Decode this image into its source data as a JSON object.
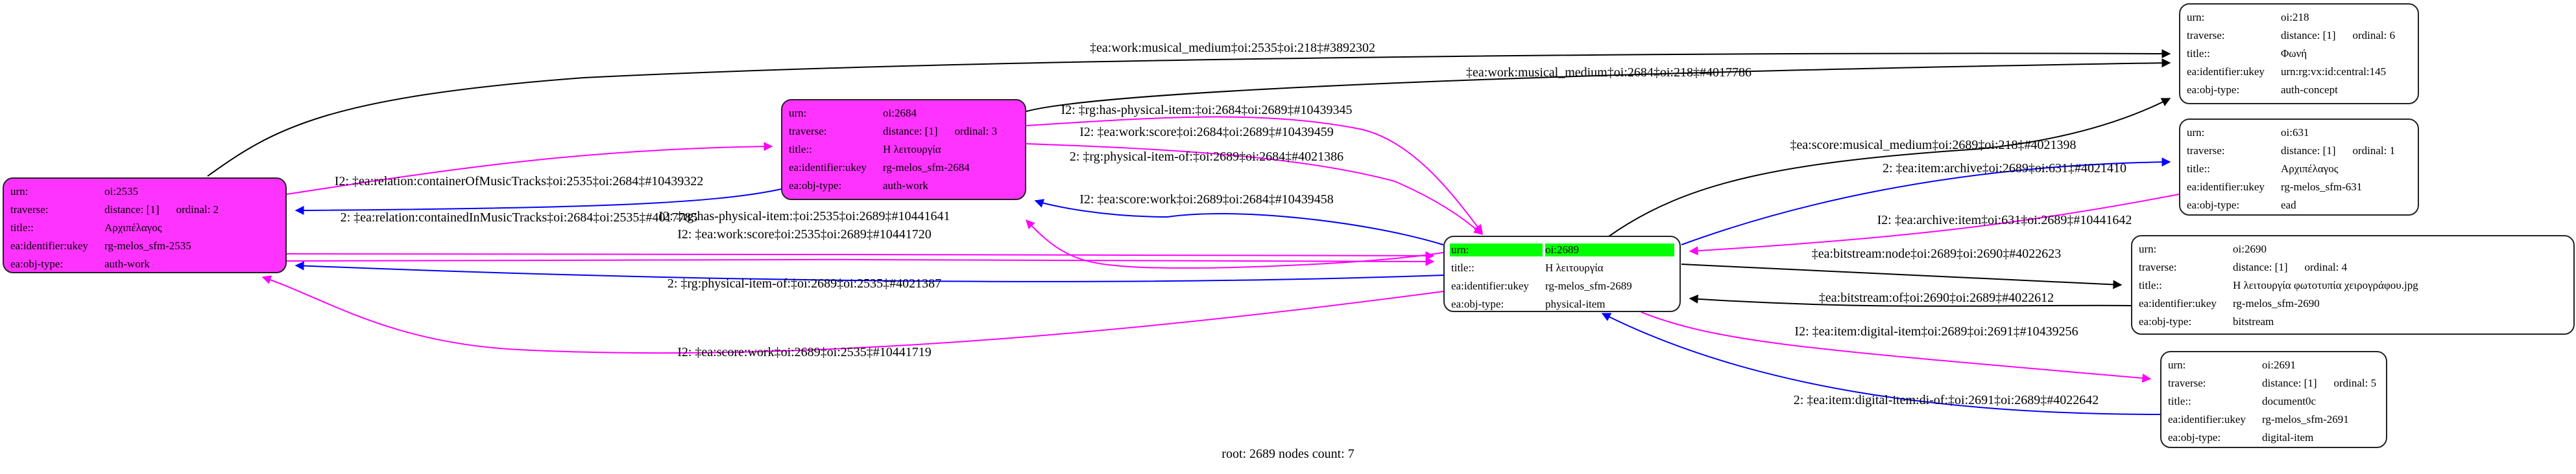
{
  "colors": {
    "work_fill": "#ff33ff",
    "root_highlight": "#00ff00",
    "edge_black": "#000000",
    "edge_blue": "#0000ff",
    "edge_magenta": "#ff00ff"
  },
  "labels": {
    "urn": "urn:",
    "traverse": "traverse:",
    "title": "title::",
    "ukey": "ea:identifier:ukey",
    "objtype": "ea:obj-type:"
  },
  "nodes": {
    "n2535": {
      "urn": "oi:2535",
      "distance": "distance: [1]",
      "ordinal": "ordinal: 2",
      "title": "Αρχιπέλαγος",
      "ukey": "rg-melos_sfm-2535",
      "objtype": "auth-work"
    },
    "n2684": {
      "urn": "oi:2684",
      "distance": "distance: [1]",
      "ordinal": "ordinal: 3",
      "title": "Η λειτουργία",
      "ukey": "rg-melos_sfm-2684",
      "objtype": "auth-work"
    },
    "n2689": {
      "urn": "oi:2689",
      "title": "Η λειτουργία",
      "ukey": "rg-melos_sfm-2689",
      "objtype": "physical-item"
    },
    "n218": {
      "urn": "oi:218",
      "distance": "distance: [1]",
      "ordinal": "ordinal: 6",
      "title": "Φωνή",
      "ukey": "urn:rg:vx:id:central:145",
      "objtype": "auth-concept"
    },
    "n631": {
      "urn": "oi:631",
      "distance": "distance: [1]",
      "ordinal": "ordinal: 1",
      "title": "Αρχιπέλαγος",
      "ukey": "rg-melos_sfm-631",
      "objtype": "ead"
    },
    "n2690": {
      "urn": "oi:2690",
      "distance": "distance: [1]",
      "ordinal": "ordinal: 4",
      "title": "Η λειτουργία φωτοτυπία χειρογράφου.jpg",
      "ukey": "rg-melos_sfm-2690",
      "objtype": "bitstream"
    },
    "n2691": {
      "urn": "oi:2691",
      "distance": "distance: [1]",
      "ordinal": "ordinal: 5",
      "title": "document0c",
      "ukey": "rg-melos_sfm-2691",
      "objtype": "digital-item"
    }
  },
  "edges": [
    {
      "from": "oi:2535",
      "to": "oi:218",
      "color": "black",
      "label": "‡ea:work:musical_medium‡oi:2535‡oi:218‡#3892302"
    },
    {
      "from": "oi:2684",
      "to": "oi:218",
      "color": "black",
      "label": "‡ea:work:musical_medium‡oi:2684‡oi:218‡#4017786"
    },
    {
      "from": "oi:2689",
      "to": "oi:218",
      "color": "black",
      "label": "‡ea:score:musical_medium‡oi:2689‡oi:218‡#4021398"
    },
    {
      "from": "oi:2535",
      "to": "oi:2684",
      "color": "magenta",
      "label": "I2: ‡ea:relation:containerOfMusicTracks‡oi:2535‡oi:2684‡#10439322"
    },
    {
      "from": "oi:2684",
      "to": "oi:2535",
      "color": "blue",
      "label": "2: ‡ea:relation:containedInMusicTracks‡oi:2684‡oi:2535‡#4017785"
    },
    {
      "from": "oi:2684",
      "to": "oi:2689",
      "color": "magenta",
      "label": "I2: ‡rg:has-physical-item:‡oi:2684‡oi:2689‡#10439345"
    },
    {
      "from": "oi:2684",
      "to": "oi:2689",
      "color": "magenta",
      "label": "I2: ‡ea:work:score‡oi:2684‡oi:2689‡#10439459"
    },
    {
      "from": "oi:2689",
      "to": "oi:2684",
      "color": "blue",
      "label": "2: ‡rg:physical-item-of:‡oi:2689‡oi:2684‡#4021386"
    },
    {
      "from": "oi:2689",
      "to": "oi:2684",
      "color": "magenta",
      "label": "I2: ‡ea:score:work‡oi:2689‡oi:2684‡#10439458"
    },
    {
      "from": "oi:2535",
      "to": "oi:2689",
      "color": "magenta",
      "label": "I2: ‡rg:has-physical-item:‡oi:2535‡oi:2689‡#10441641"
    },
    {
      "from": "oi:2535",
      "to": "oi:2689",
      "color": "magenta",
      "label": "I2: ‡ea:work:score‡oi:2535‡oi:2689‡#10441720"
    },
    {
      "from": "oi:2689",
      "to": "oi:2535",
      "color": "blue",
      "label": "2: ‡rg:physical-item-of:‡oi:2689‡oi:2535‡#4021387"
    },
    {
      "from": "oi:2689",
      "to": "oi:2535",
      "color": "magenta",
      "label": "I2: ‡ea:score:work‡oi:2689‡oi:2535‡#10441719"
    },
    {
      "from": "oi:2689",
      "to": "oi:631",
      "color": "blue",
      "label": "2: ‡ea:item:archive‡oi:2689‡oi:631‡#4021410"
    },
    {
      "from": "oi:631",
      "to": "oi:2689",
      "color": "magenta",
      "label": "I2: ‡ea:archive:item‡oi:631‡oi:2689‡#10441642"
    },
    {
      "from": "oi:2689",
      "to": "oi:2690",
      "color": "black",
      "label": "‡ea:bitstream:node‡oi:2689‡oi:2690‡#4022623"
    },
    {
      "from": "oi:2690",
      "to": "oi:2689",
      "color": "black",
      "label": "‡ea:bitstream:of‡oi:2690‡oi:2689‡#4022612"
    },
    {
      "from": "oi:2689",
      "to": "oi:2691",
      "color": "magenta",
      "label": "I2: ‡ea:item:digital-item‡oi:2689‡oi:2691‡#10439256"
    },
    {
      "from": "oi:2691",
      "to": "oi:2689",
      "color": "blue",
      "label": "2: ‡ea:item:digital-item:di-of:‡oi:2691‡oi:2689‡#4022642"
    }
  ],
  "footer": "root: 2689 nodes count: 7"
}
